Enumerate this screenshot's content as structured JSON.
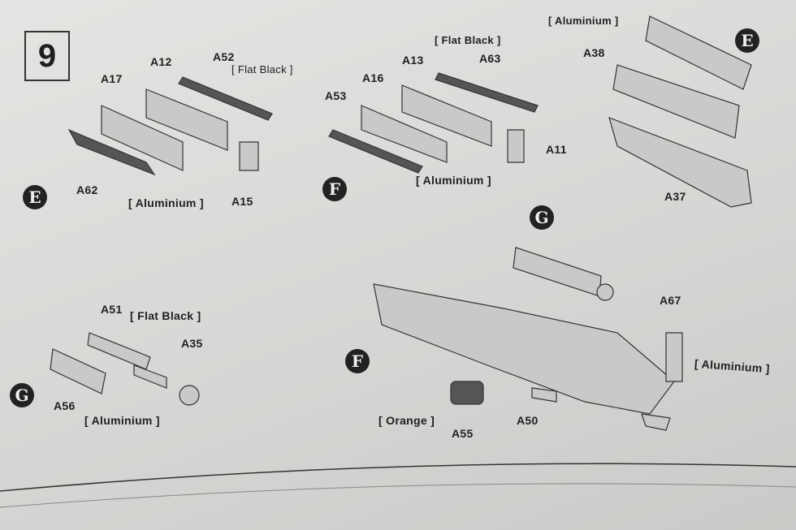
{
  "step_number": "9",
  "colors": {
    "paper": "#dcdedb",
    "ink": "#1f1f1f",
    "part_fill": "#c4c6c3"
  },
  "sub_e_left": {
    "badge": "E",
    "parts": [
      "A12",
      "A52",
      "A17",
      "A62",
      "A15"
    ],
    "paint": [
      "[ Flat Black ]",
      "[ Aluminium ]"
    ]
  },
  "sub_f_mid": {
    "badge": "F",
    "parts": [
      "A13",
      "A63",
      "A16",
      "A53",
      "A11"
    ],
    "paint": [
      "[ Flat Black ]",
      "[ Aluminium ]"
    ]
  },
  "sub_right": {
    "badge": "E",
    "parts": [
      "A38",
      "A37"
    ],
    "paint": [
      "[ Aluminium ]"
    ]
  },
  "sub_g_left": {
    "badge": "G",
    "parts": [
      "A51",
      "A35",
      "A56"
    ],
    "paint": [
      "[ Flat Black ]",
      "[ Aluminium ]"
    ]
  },
  "main_assembly": {
    "badge_g": "G",
    "badge_f": "F",
    "parts": [
      "A67",
      "A55",
      "A50"
    ],
    "paint": [
      "[ Aluminium ]",
      "[ Orange ]"
    ]
  }
}
